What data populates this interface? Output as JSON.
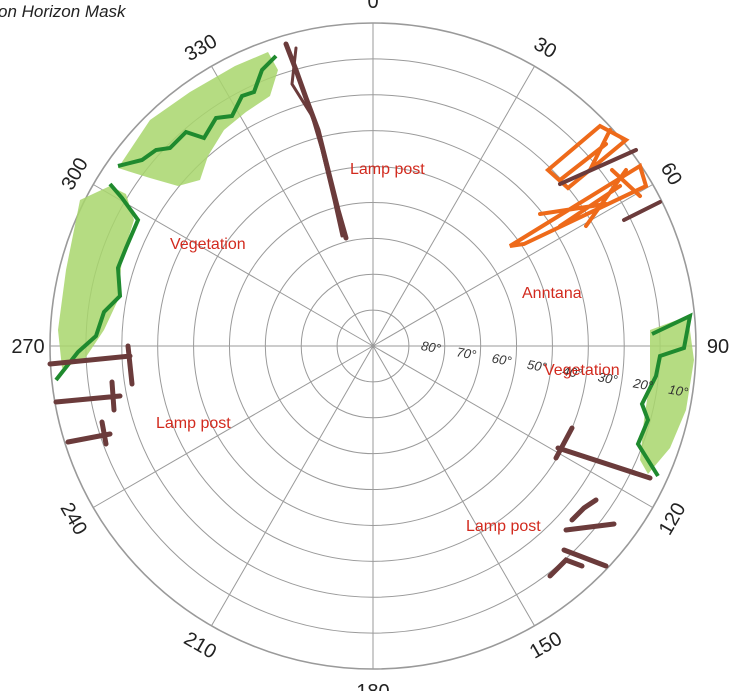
{
  "title": "on Horizon Mask",
  "azimuth_labels": [
    "0",
    "30",
    "60",
    "90",
    "120",
    "150",
    "180",
    "210",
    "240",
    "270",
    "300",
    "330"
  ],
  "elevation_labels": [
    "80°",
    "70°",
    "60°",
    "50°",
    "40°",
    "30°",
    "20°",
    "10°"
  ],
  "annotations": [
    "Lamp post",
    "Vegetation",
    "Anntana",
    "Vegetation",
    "Lamp post",
    "Lamp post"
  ],
  "colors": {
    "grid": "#9a9a9a",
    "vegetation_fill": "#a8d66c",
    "vegetation_edge": "#1f8a2e",
    "lamp_post": "#6b3b3b",
    "antenna": "#ee6a1a",
    "annotation_text": "#d22a1e"
  }
}
